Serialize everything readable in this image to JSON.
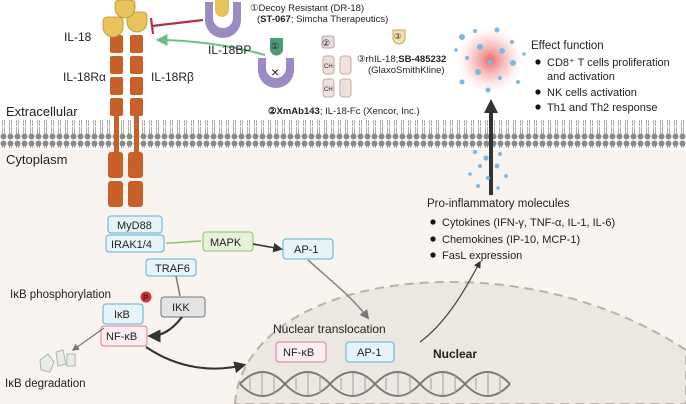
{
  "labels": {
    "il18": "IL-18",
    "il18bp": "IL-18BP",
    "il18ra": "IL-18Rα",
    "il18rb": "IL-18Rβ",
    "extracellular": "Extracellular",
    "cytoplasm": "Cytoplasm",
    "nuclear": "Nuclear",
    "nuclear_translocation": "Nuclear translocation",
    "ikb_phosphorylation": "IκB phosphorylation",
    "ikb_degradation": "IκB degradation",
    "p_badge": "P"
  },
  "boxes": {
    "myd88": "MyD88",
    "irak": "IRAK1/4",
    "traf6": "TRAF6",
    "mapk": "MAPK",
    "ap1": "AP-1",
    "ikk": "IKK",
    "ikb": "IκB",
    "nfkb": "NF-κB",
    "nuc_nfkb": "NF-κB",
    "nuc_ap1": "AP-1"
  },
  "drugs": {
    "d1_line1": "①Decoy Resistant (DR-18)",
    "d1_code": "ST-067",
    "d1_company": "; Simcha Therapeutics)",
    "d1_open": "(",
    "d2_code": "②XmAb143",
    "d2_rest": "; IL-18-Fc (Xencor, Inc.)",
    "d3_line1": "③rhIL-18;",
    "d3_code": "SB-485232",
    "d3_company": "(GlaxoSmithKline)",
    "badge1": "①",
    "badge2": "②",
    "badge3": "③",
    "ch_top": "CH",
    "ch_bottom": "CH"
  },
  "effect": {
    "title": "Effect function",
    "items": [
      "CD8⁺ T cells proliferation",
      "and activation",
      "NK cells activation",
      "Th1 and Th2 response"
    ]
  },
  "proinflammatory": {
    "title": "Pro-inflammatory  molecules",
    "items": [
      "Cytokines (IFN-γ, TNF-α, IL-1, IL-6)",
      "Chemokines (IP-10, MCP-1)",
      "FasL expression"
    ]
  },
  "colors": {
    "receptor": "#c8602a",
    "il18": "#e8c35c",
    "il18bp": "#9b8ac4",
    "membrane_head": "#8a8a8a",
    "cytoplasm_bg": "#f8f3ee",
    "box_border": "#5ab0d0",
    "nfkb_border": "#e07a9a",
    "mapk_fill": "#e6f2d8",
    "mapk_border": "#8cbf6a",
    "green_arrow": "#6dbf8a",
    "inhibit": "#b0304a"
  }
}
